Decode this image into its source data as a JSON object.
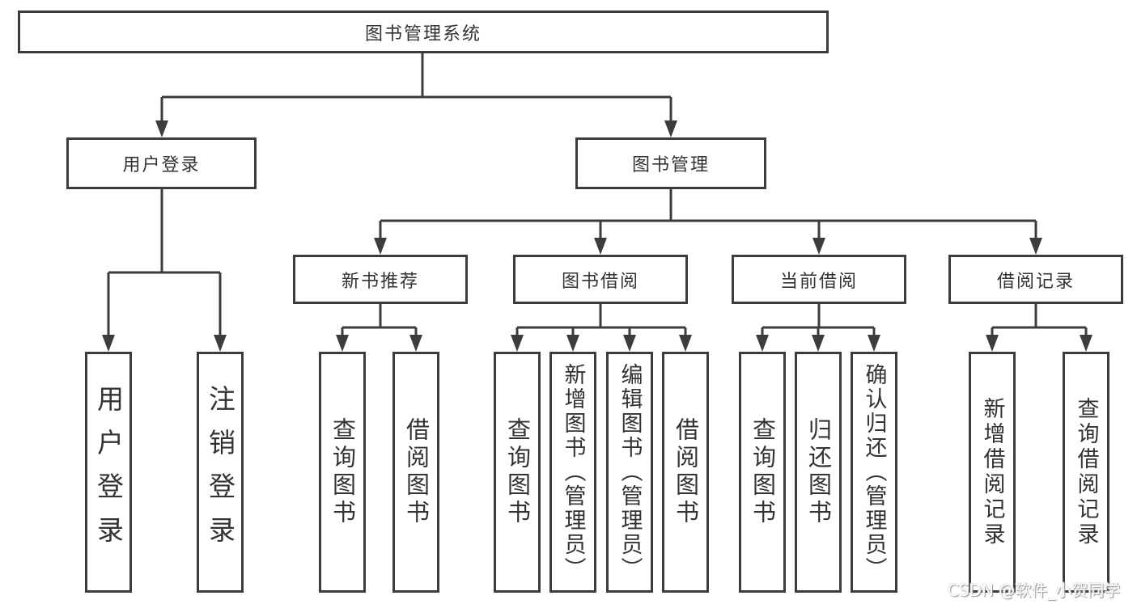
{
  "tree": {
    "root": "图书管理系统",
    "children": [
      {
        "label": "用户登录",
        "children": [
          {
            "label": "用户登录"
          },
          {
            "label": "注销登录"
          }
        ]
      },
      {
        "label": "图书管理",
        "children": [
          {
            "label": "新书推荐",
            "children": [
              {
                "label": "查询图书"
              },
              {
                "label": "借阅图书"
              }
            ]
          },
          {
            "label": "图书借阅",
            "children": [
              {
                "label": "查询图书"
              },
              {
                "label": "新增图书（管理员）"
              },
              {
                "label": "编辑图书（管理员）"
              },
              {
                "label": "借阅图书"
              }
            ]
          },
          {
            "label": "当前借阅",
            "children": [
              {
                "label": "查询图书"
              },
              {
                "label": "归还图书"
              },
              {
                "label": "确认归还（管理员）"
              }
            ]
          },
          {
            "label": "借阅记录",
            "children": [
              {
                "label": "新增借阅记录"
              },
              {
                "label": "查询借阅记录"
              }
            ]
          }
        ]
      }
    ]
  },
  "watermark": "CSDN @软件_小贺同学",
  "colors": {
    "line": "#3c3c3c",
    "text": "#333333",
    "background": "#ffffff"
  }
}
